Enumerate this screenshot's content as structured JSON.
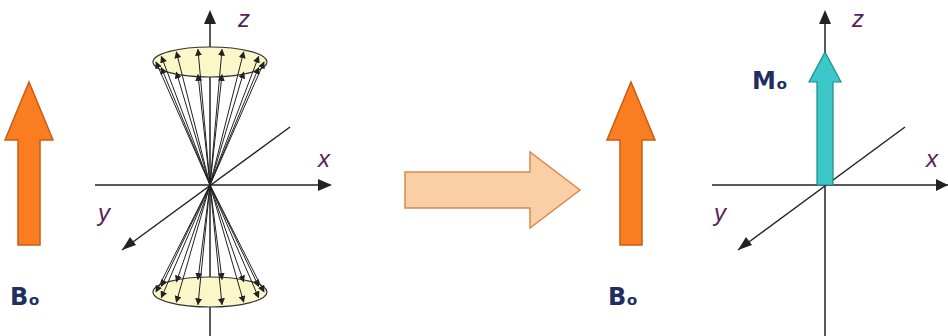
{
  "diagram": {
    "labels": [
      "z",
      "x",
      "y",
      "Bₒ",
      "z",
      "Mₒ",
      "x",
      "y",
      "Bₒ"
    ]
  }
}
